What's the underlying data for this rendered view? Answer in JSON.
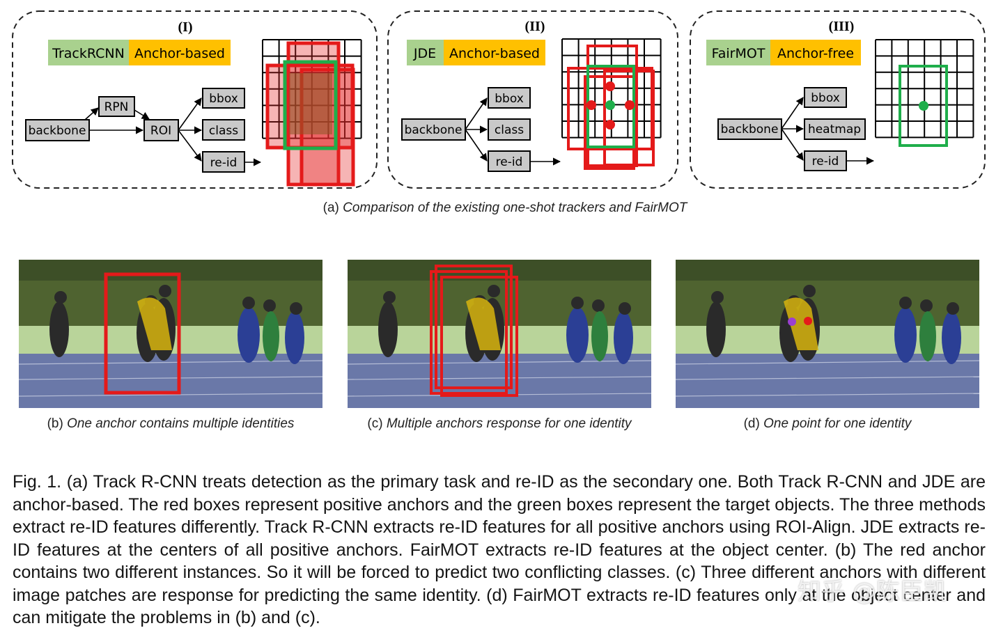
{
  "panel_a": {
    "panels": [
      {
        "roman": "(I)",
        "method": "TrackRCNN",
        "anchor": "Anchor-based",
        "nodes": {
          "backbone": "backbone",
          "rpn": "RPN",
          "roi": "ROI",
          "bbox": "bbox",
          "class": "class",
          "reid": "re-id"
        }
      },
      {
        "roman": "(II)",
        "method": "JDE",
        "anchor": "Anchor-based",
        "nodes": {
          "backbone": "backbone",
          "bbox": "bbox",
          "class": "class",
          "reid": "re-id"
        }
      },
      {
        "roman": "(III)",
        "method": "FairMOT",
        "anchor": "Anchor-free",
        "nodes": {
          "backbone": "backbone",
          "bbox": "bbox",
          "heatmap": "heatmap",
          "reid": "re-id"
        }
      }
    ],
    "caption_prefix": "(a) ",
    "caption_italic": "Comparison of the existing one-shot trackers and FairMOT"
  },
  "panel_photos": [
    {
      "prefix": "(b) ",
      "italic": "One anchor contains multiple identities"
    },
    {
      "prefix": "(c) ",
      "italic": "Multiple anchors response for one identity"
    },
    {
      "prefix": "(d) ",
      "italic": "One point for one identity"
    }
  ],
  "figure_caption": "Fig. 1.  (a) Track R-CNN treats detection as the primary task and re-ID as the secondary one. Both Track R-CNN and JDE are anchor-based. The red boxes represent positive anchors and the green boxes represent the target objects. The three methods extract re-ID features differently. Track R-CNN extracts re-ID features for all positive anchors using ROI-Align. JDE extracts re-ID features at the centers of all positive anchors. FairMOT extracts re-ID features at the object center. (b) The red anchor contains two different instances. So it will be forced to predict two conflicting classes. (c) Three different anchors with different image patches are response for predicting the same identity. (d) FairMOT extracts re-ID features only at the object center and can mitigate the problems in (b) and (c).",
  "watermark": "知乎 @陈臣凯",
  "colors": {
    "green_label": "#a9d18e",
    "orange_label": "#ffc000",
    "red": "#e41a1a",
    "green": "#1fae4b",
    "gray_node": "#c9c9c9"
  }
}
